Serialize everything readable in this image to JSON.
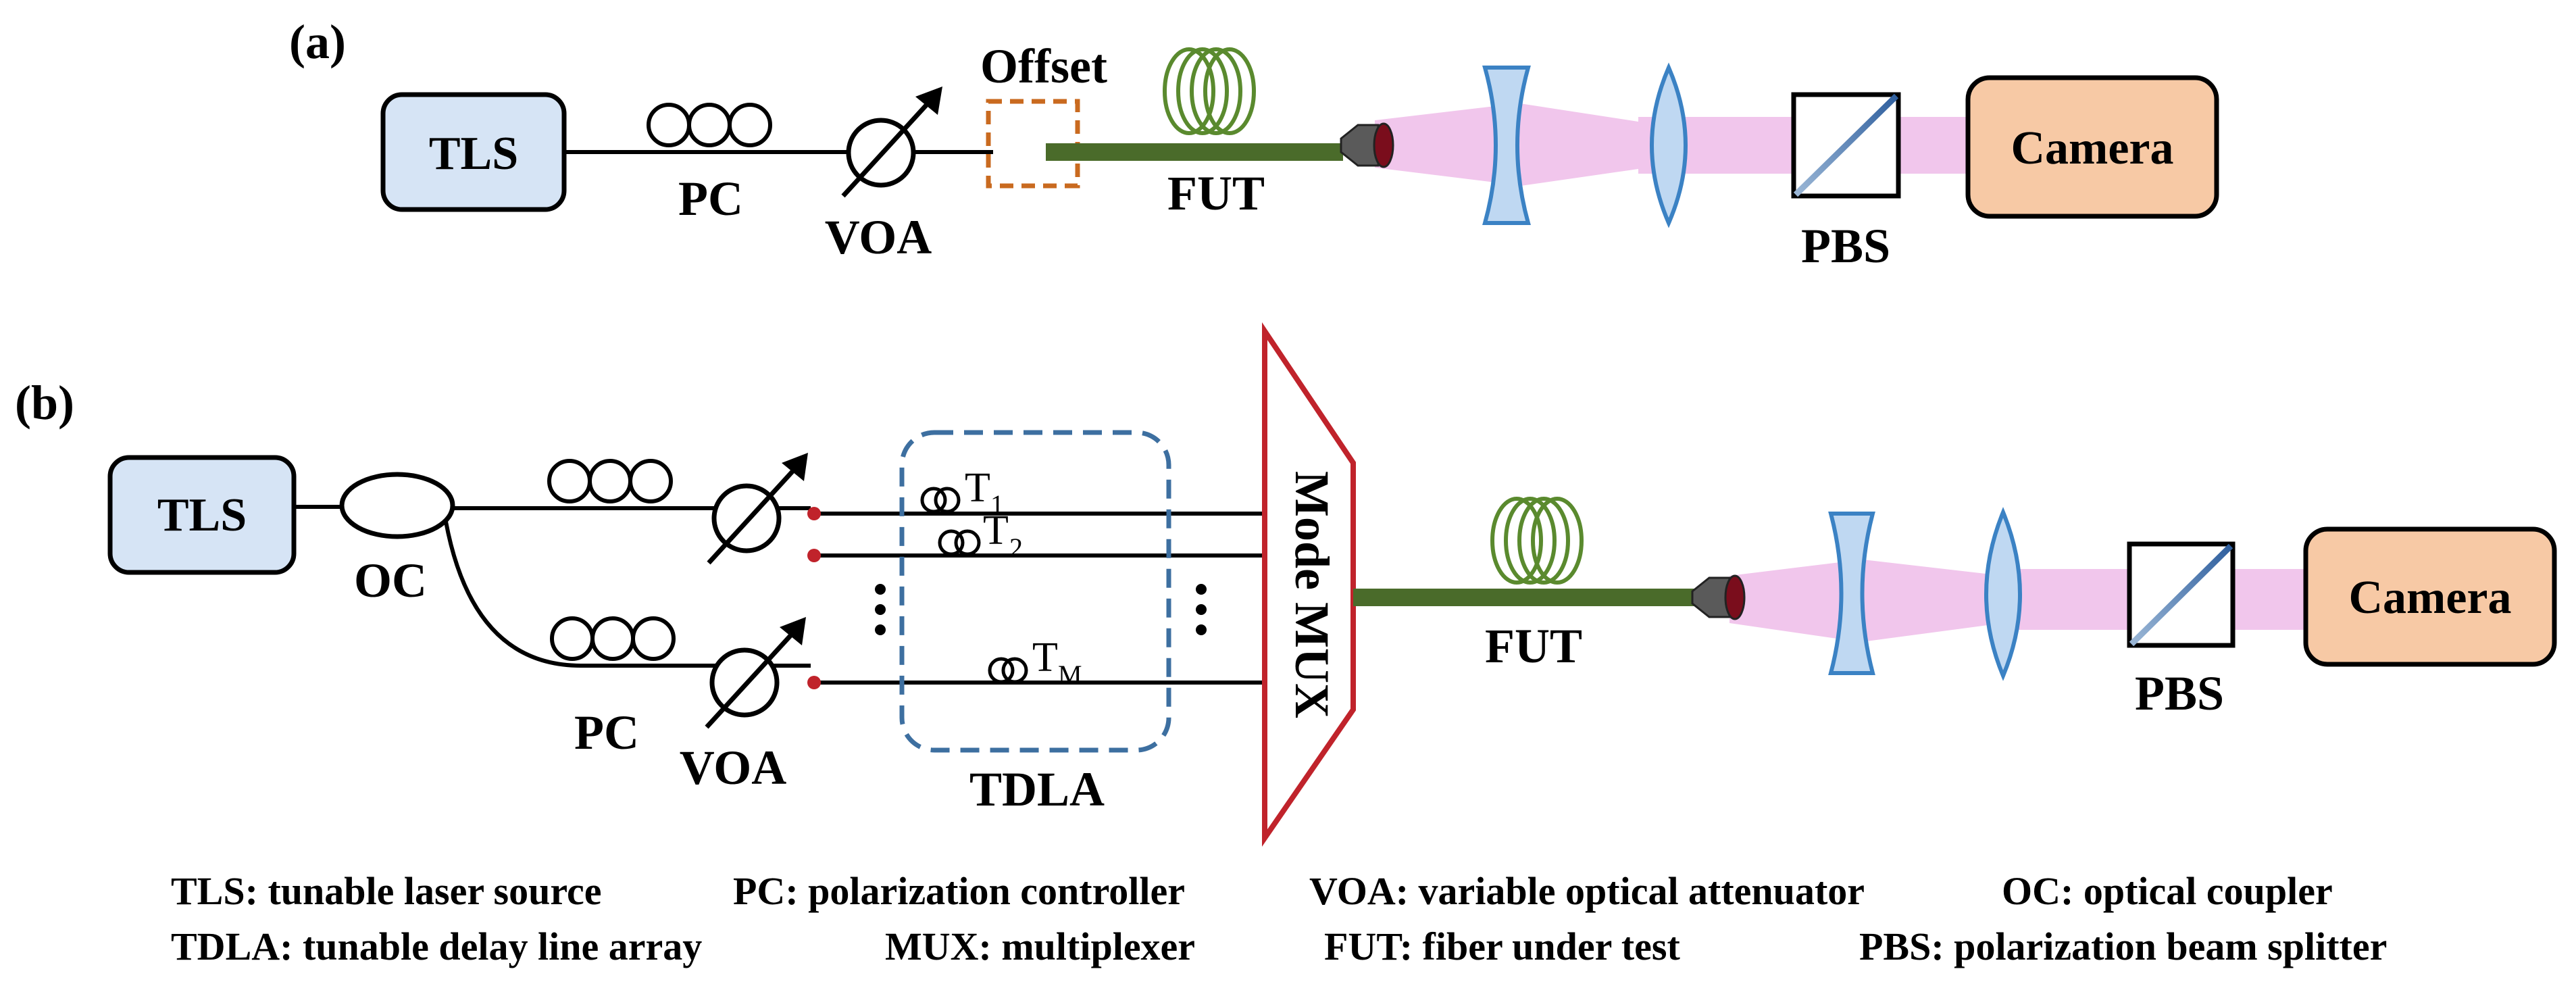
{
  "panel_a": {
    "tag": "(a)",
    "tls": "TLS",
    "pc": "PC",
    "voa": "VOA",
    "offset": "Offset",
    "fut": "FUT",
    "pbs": "PBS",
    "camera": "Camera"
  },
  "panel_b": {
    "tag": "(b)",
    "tls": "TLS",
    "oc": "OC",
    "pc": "PC",
    "voa": "VOA",
    "t1": "T",
    "t1_sub": "1",
    "t2": "T",
    "t2_sub": "2",
    "tm": "T",
    "tm_sub": "M",
    "tdla": "TDLA",
    "mux": "Mode MUX",
    "fut": "FUT",
    "pbs": "PBS",
    "camera": "Camera"
  },
  "legend": {
    "line1": [
      "TLS: tunable laser source",
      "PC: polarization controller",
      "VOA: variable optical attenuator",
      "OC: optical coupler"
    ],
    "line2": [
      "TDLA: tunable delay line array",
      "MUX: multiplexer",
      "FUT: fiber under test",
      "PBS: polarization beam splitter"
    ]
  },
  "colors": {
    "tls_fill": "#d6e4f5",
    "camera_fill": "#f7c9a5",
    "fiber_green": "#4a6b2a",
    "coil_green": "#5a8a2e",
    "beam_pink": "#f1c6ec",
    "lens_blue": "#bfd8f2",
    "lens_stroke": "#3b82c4",
    "offset_orange": "#c96a1f",
    "tdla_blue": "#3d6fa0",
    "mux_red": "#c0232b",
    "dot_red": "#c0232b"
  }
}
